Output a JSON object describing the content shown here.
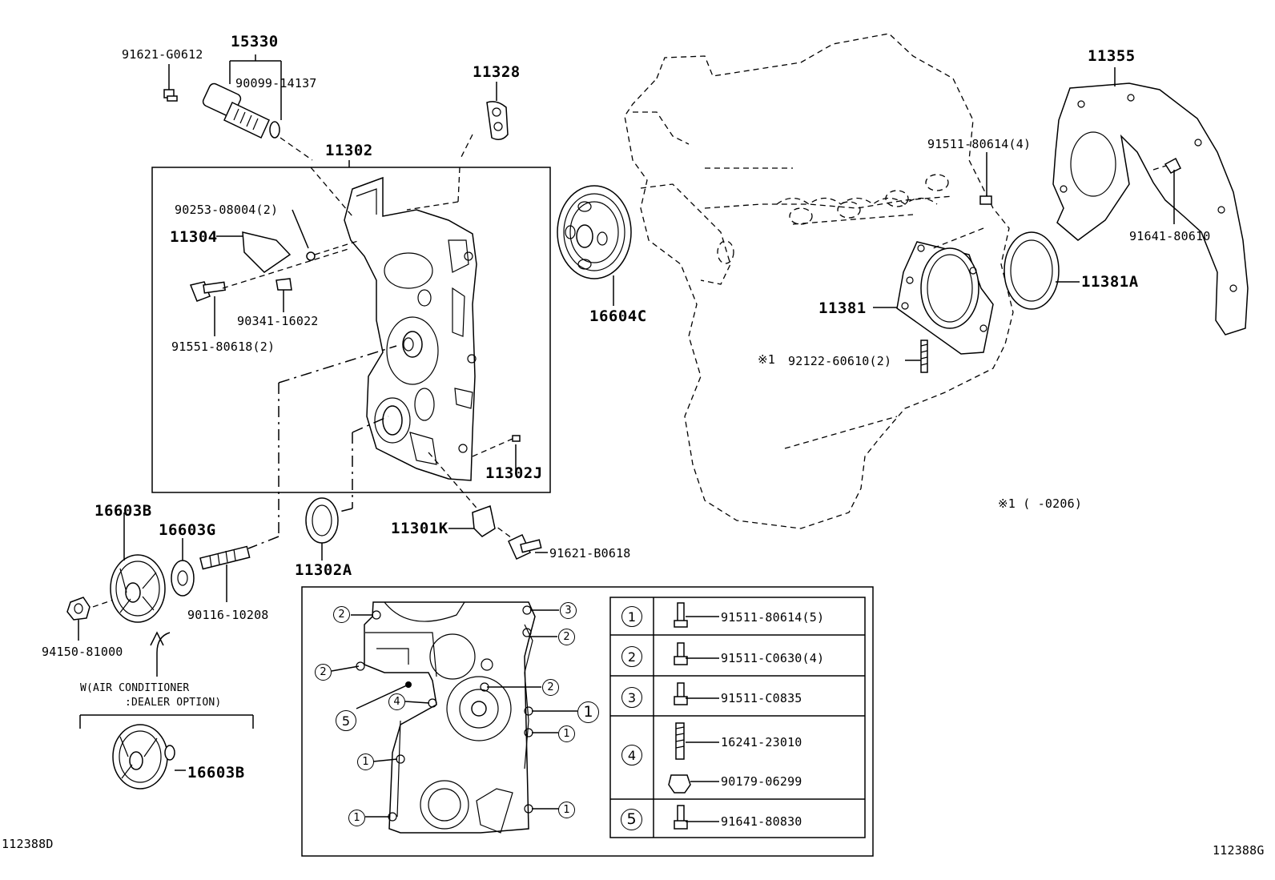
{
  "diagram": {
    "part_numbers": {
      "p15330": "15330",
      "p91621_g0612": "91621-G0612",
      "p90099_14137": "90099-14137",
      "p11328": "11328",
      "p11302": "11302",
      "p90253": "90253-08004(2)",
      "p11304": "11304",
      "p90341": "90341-16022",
      "p91551": "91551-80618(2)",
      "p16604c": "16604C",
      "p11302j": "11302J",
      "p11301k": "11301K",
      "p91621_b0618": "91621-B0618",
      "p11302a": "11302A",
      "p16603b": "16603B",
      "p16603g": "16603G",
      "p90116": "90116-10208",
      "p94150": "94150-81000",
      "p16603b_2": "16603B",
      "p11355": "11355",
      "p91511_80614_4": "91511-80614(4)",
      "p91641_80610": "91641-80610",
      "p11381a": "11381A",
      "p11381": "11381",
      "p92122": "92122-60610(2)",
      "p92122_mark": "※1",
      "footnote": "※1 (      -0206)"
    },
    "option_note": {
      "line1": "W(AIR CONDITIONER",
      "line2": ":DEALER OPTION)"
    },
    "detail_callouts": [
      "2",
      "3",
      "2",
      "2",
      "2",
      "4",
      "5",
      "1",
      "1",
      "1",
      "1",
      "1"
    ],
    "legend": [
      {
        "key": "1",
        "part": "91511-80614(5)"
      },
      {
        "key": "2",
        "part": "91511-C0630(4)"
      },
      {
        "key": "3",
        "part": "91511-C0835"
      },
      {
        "key": "4",
        "part": "16241-23010",
        "part2": "90179-06299"
      },
      {
        "key": "5",
        "part": "91641-80830"
      }
    ],
    "illustration_ids": {
      "left": "112388D",
      "right": "112388G"
    }
  }
}
